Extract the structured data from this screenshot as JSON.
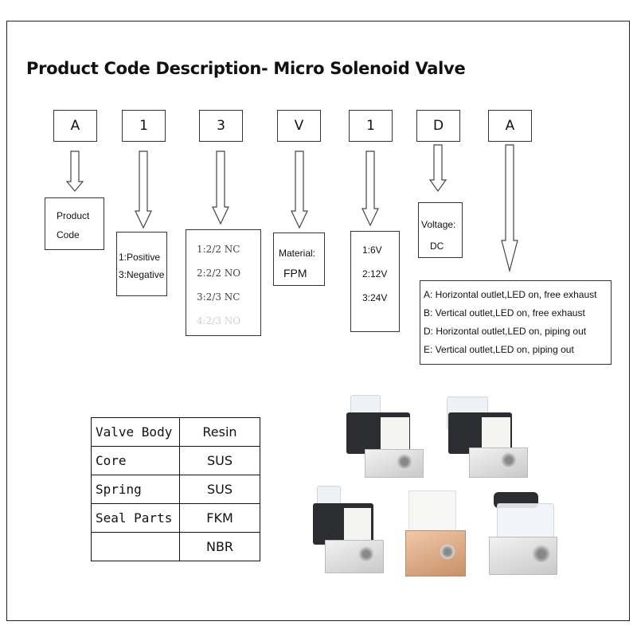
{
  "title": "Product Code Description- Micro Solenoid Valve",
  "code_letters": [
    "A",
    "1",
    "3",
    "V",
    "1",
    "D",
    "A"
  ],
  "product_code": [
    "Product",
    "Code"
  ],
  "polarity": [
    "1:Positive",
    "3:Negative"
  ],
  "function": [
    "1:2/2 NC",
    "2:2/2 NO",
    "3:2/3 NC",
    "4:2/3 NO"
  ],
  "material": {
    "label": "Material:",
    "value": "FPM"
  },
  "voltage_values": [
    "1:6V",
    "2:12V",
    "3:24V"
  ],
  "voltage_type": {
    "label": "Voltage:",
    "value": "DC"
  },
  "outlet": [
    "A: Horizontal outlet,LED on, free exhaust",
    "B: Vertical outlet,LED on, free exhaust",
    "D: Horizontal outlet,LED on, piping out",
    "E: Vertical outlet,LED on, piping out"
  ],
  "spec_table": [
    [
      "Valve Body",
      "Resin"
    ],
    [
      "Core",
      "SUS"
    ],
    [
      "Spring",
      "SUS"
    ],
    [
      "Seal Parts",
      "FKM"
    ],
    [
      "",
      "NBR"
    ]
  ]
}
